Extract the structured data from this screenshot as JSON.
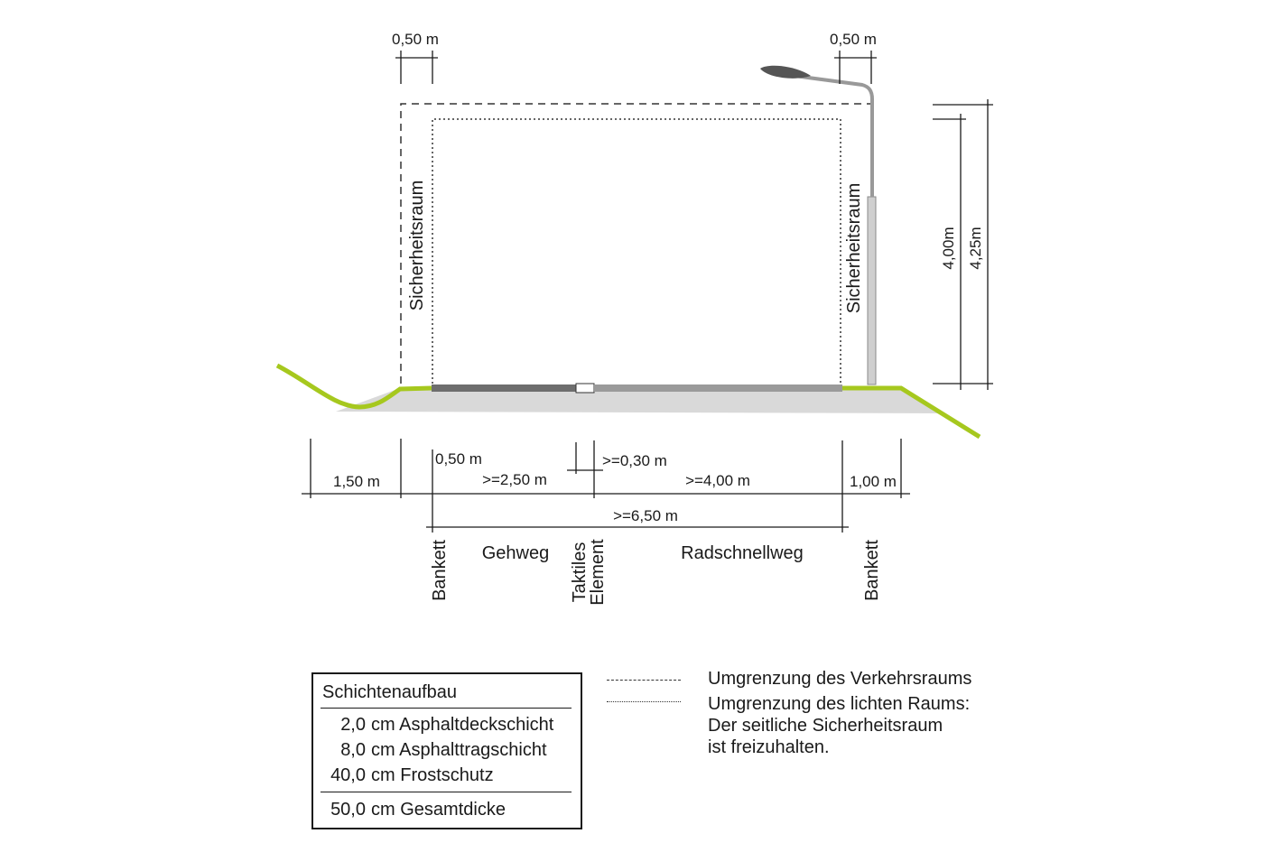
{
  "dimensions": {
    "top_left_clearance": "0,50 m",
    "top_right_clearance": "0,50 m",
    "height_inner": "4,00m",
    "height_outer": "4,25m",
    "slope_left": "1,50 m",
    "bankett_left": "0,50 m",
    "gehweg": ">=2,50 m",
    "taktil": ">=0,30 m",
    "radweg": ">=4,00 m",
    "bankett_right": "1,00 m",
    "total": ">=6,50 m"
  },
  "labels": {
    "safety_space_left": "Sicherheitsraum",
    "safety_space_right": "Sicherheitsraum",
    "bankett_left": "Bankett",
    "gehweg": "Gehweg",
    "taktil_line1": "Taktiles",
    "taktil_line2": "Element",
    "radweg": "Radschnellweg",
    "bankett_right": "Bankett"
  },
  "layers": {
    "title": "Schichtenaufbau",
    "rows": [
      {
        "thickness": "2,0",
        "unit": "cm",
        "name": "Asphaltdeckschicht"
      },
      {
        "thickness": "8,0",
        "unit": "cm",
        "name": "Asphalttragschicht"
      },
      {
        "thickness": "40,0",
        "unit": "cm",
        "name": "Frostschutz"
      }
    ],
    "total": {
      "thickness": "50,0",
      "unit": "cm",
      "name": "Gesamtdicke"
    }
  },
  "legend": {
    "dashed": "Umgrenzung des Verkehrsraums",
    "dotted_line1": "Umgrenzung des lichten Raums:",
    "dotted_line2": "Der seitliche Sicherheitsraum",
    "dotted_line3": "ist freizuhalten."
  },
  "colors": {
    "grass": "#a6c81e",
    "ground": "#d9d9d9",
    "sidewalk": "#6e6e6e",
    "cycleway": "#9a9a9a",
    "lines": "#1a1a1a"
  }
}
